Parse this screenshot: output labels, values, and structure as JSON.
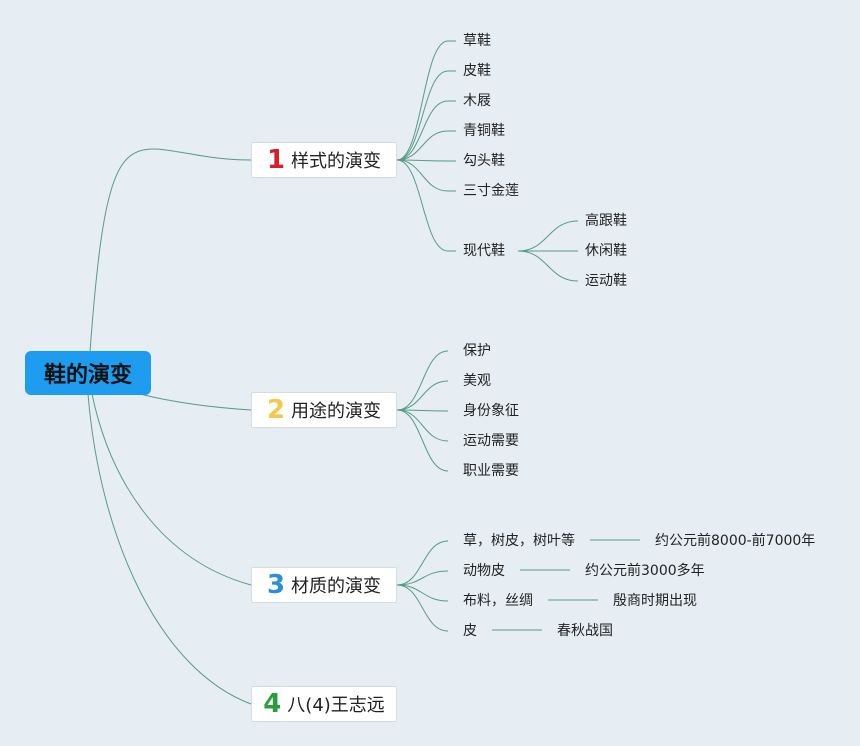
{
  "root": {
    "label": "鞋的演变"
  },
  "branches": [
    {
      "number": "1",
      "number_color": "#d81e2a",
      "label": "样式的演变",
      "children": [
        {
          "label": "草鞋"
        },
        {
          "label": "皮鞋"
        },
        {
          "label": "木屐"
        },
        {
          "label": "青铜鞋"
        },
        {
          "label": "勾头鞋"
        },
        {
          "label": "三寸金莲"
        },
        {
          "label": "现代鞋",
          "children": [
            {
              "label": "高跟鞋"
            },
            {
              "label": "休闲鞋"
            },
            {
              "label": "运动鞋"
            }
          ]
        }
      ]
    },
    {
      "number": "2",
      "number_color": "#f2c94c",
      "label": "用途的演变",
      "children": [
        {
          "label": "保护"
        },
        {
          "label": "美观"
        },
        {
          "label": "身份象征"
        },
        {
          "label": "运动需要"
        },
        {
          "label": "职业需要"
        }
      ]
    },
    {
      "number": "3",
      "number_color": "#2a8fd8",
      "label": "材质的演变",
      "children": [
        {
          "label": "草，树皮，树叶等",
          "detail": "约公元前8000-前7000年"
        },
        {
          "label": "动物皮",
          "detail": "约公元前3000多年"
        },
        {
          "label": "布料，丝绸",
          "detail": "殷商时期出现"
        },
        {
          "label": "皮",
          "detail": "春秋战国"
        }
      ]
    },
    {
      "number": "4",
      "number_color": "#2c9d3c",
      "label": "八(4)王志远",
      "children": []
    }
  ],
  "colors": {
    "line": "#5a9a84",
    "background": "#e6eef3",
    "root_fill": "#1e9cf0"
  }
}
